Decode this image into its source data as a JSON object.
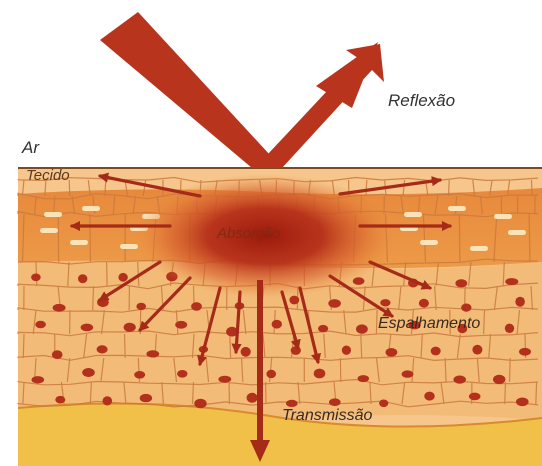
{
  "labels": {
    "reflection": "Reflexão",
    "air": "Ar",
    "tissue": "Tecido",
    "absorption": "Absorção",
    "scattering": "Espalhamento",
    "transmission": "Transmissão"
  },
  "colors": {
    "beam": "#b8341c",
    "beam_dark": "#8f2410",
    "tissue_light": "#f6c68c",
    "tissue_band": "#e8893c",
    "tissue_deep": "#f1b26a",
    "cell_line": "#c9763a",
    "nucleus": "#b2301c",
    "absorption_core": "#a91f10",
    "bottom_layer": "#f0c048",
    "text": "#333333"
  }
}
